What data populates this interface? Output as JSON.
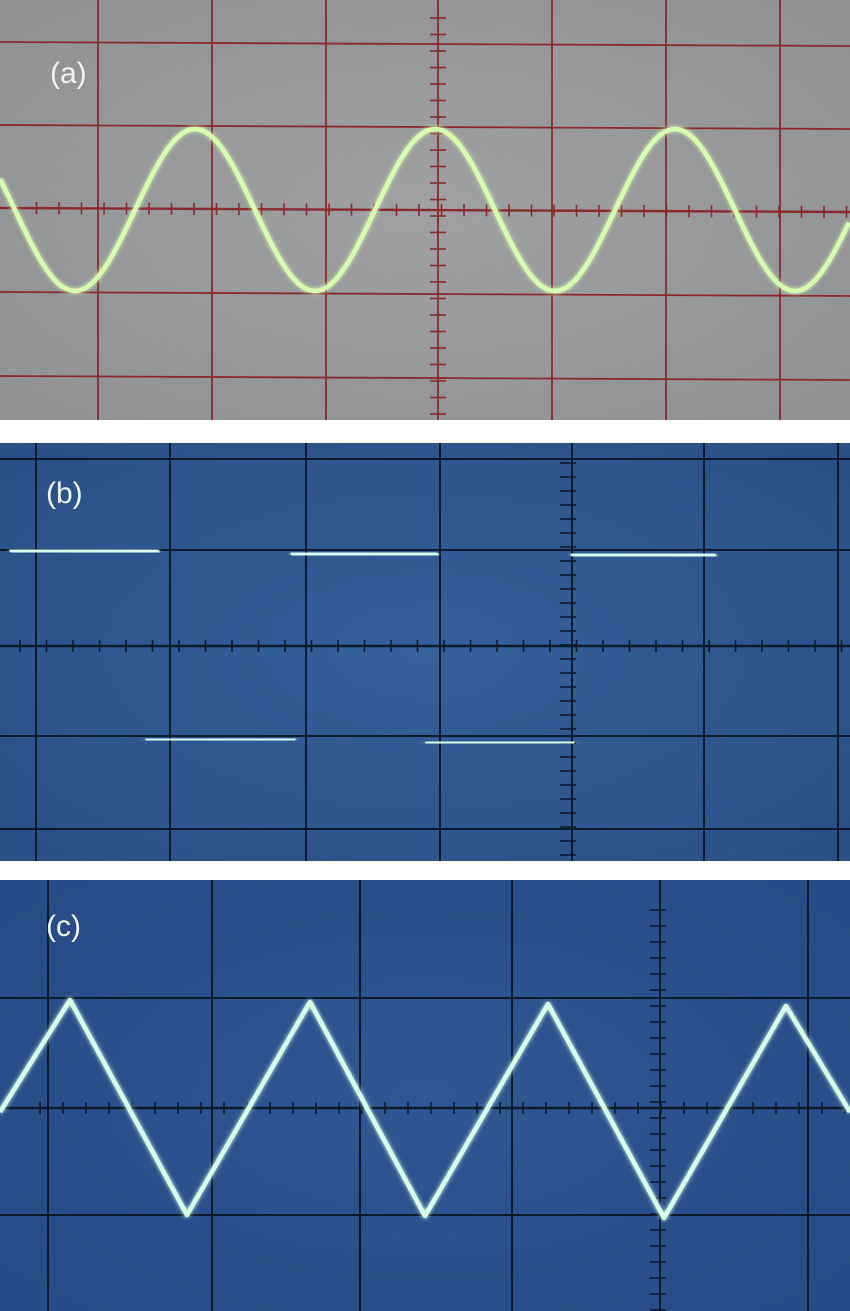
{
  "figure": {
    "panels": [
      {
        "label": "(a)",
        "waveform": "sine",
        "screen_color": "#8f9193",
        "grid_color": "#8a2a2e",
        "trace_color": "#d8ffb0"
      },
      {
        "label": "(b)",
        "waveform": "square",
        "screen_color": "#2a4f86",
        "grid_color": "#0d1a2e",
        "trace_color": "#d8fff0"
      },
      {
        "label": "(c)",
        "waveform": "triangle",
        "screen_color": "#264a85",
        "grid_color": "#0d1a2e",
        "trace_color": "#d8ffe8"
      }
    ]
  }
}
